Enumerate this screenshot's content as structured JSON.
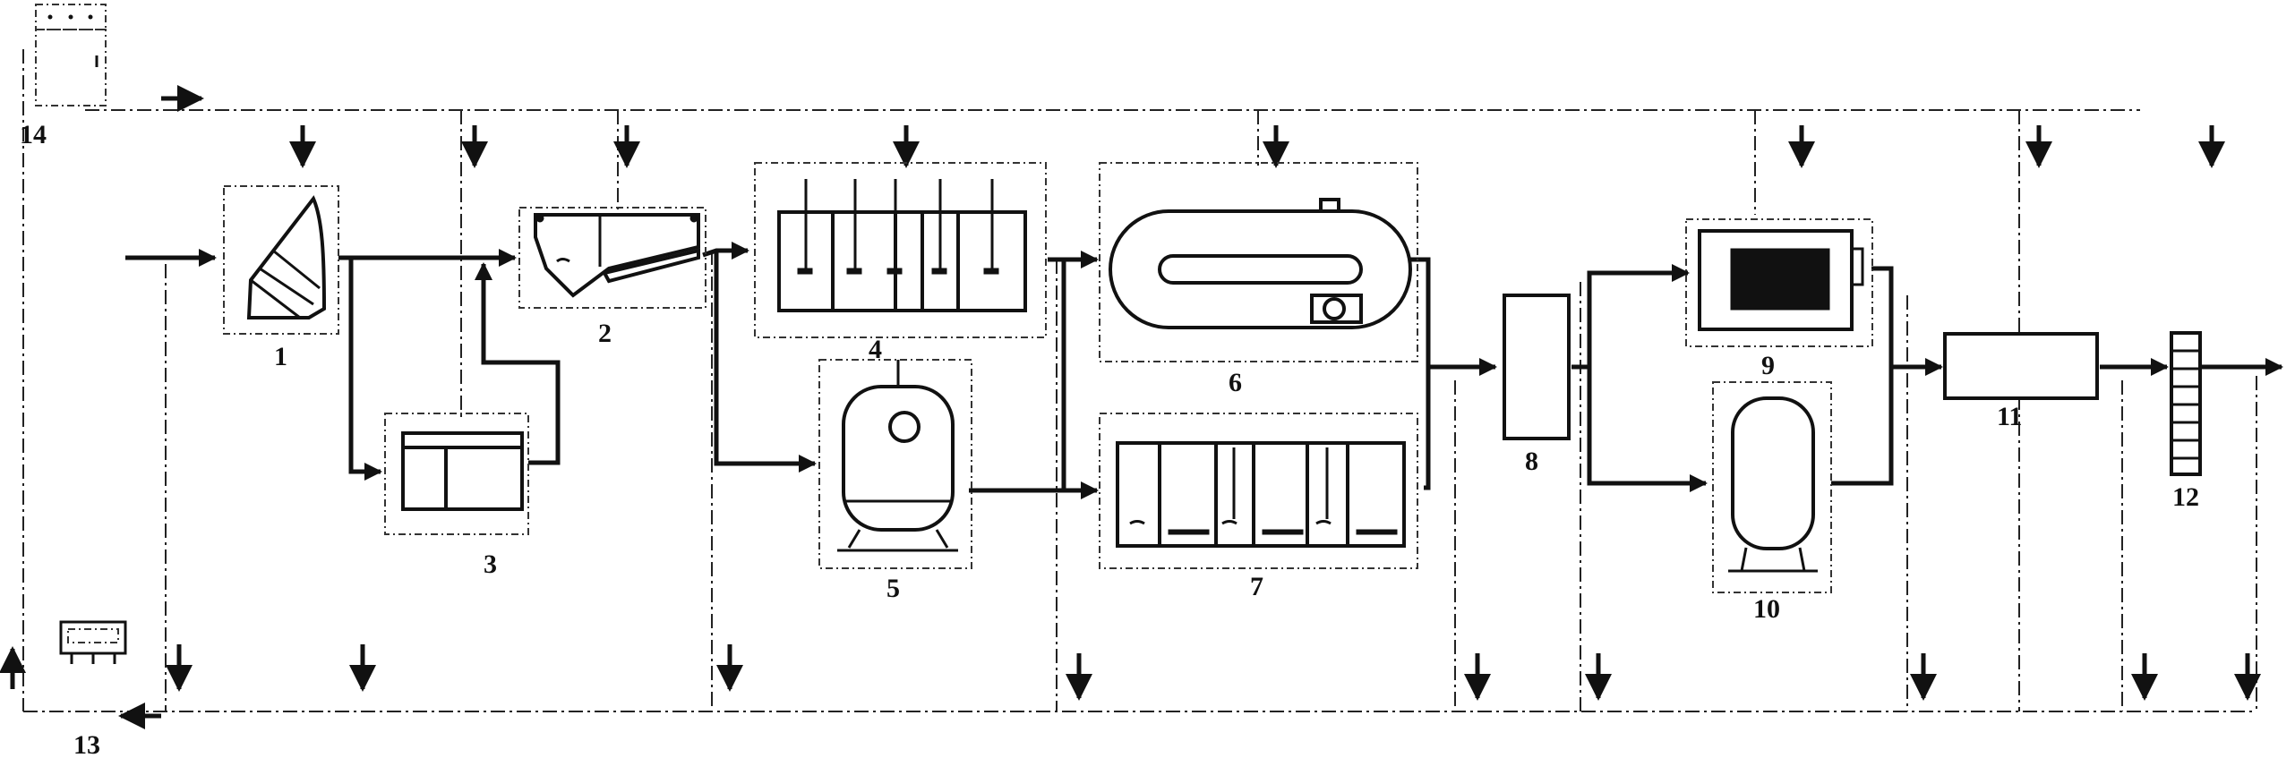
{
  "labels": {
    "unit1": "1",
    "unit2": "2",
    "unit3": "3",
    "unit4": "4",
    "unit5": "5",
    "unit6": "6",
    "unit7": "7",
    "unit8": "8",
    "unit9": "9",
    "unit10": "10",
    "unit11": "11",
    "unit12": "12",
    "unit13": "13",
    "unit14": "14"
  },
  "colors": {
    "line": "#111111",
    "background": "#ffffff"
  }
}
